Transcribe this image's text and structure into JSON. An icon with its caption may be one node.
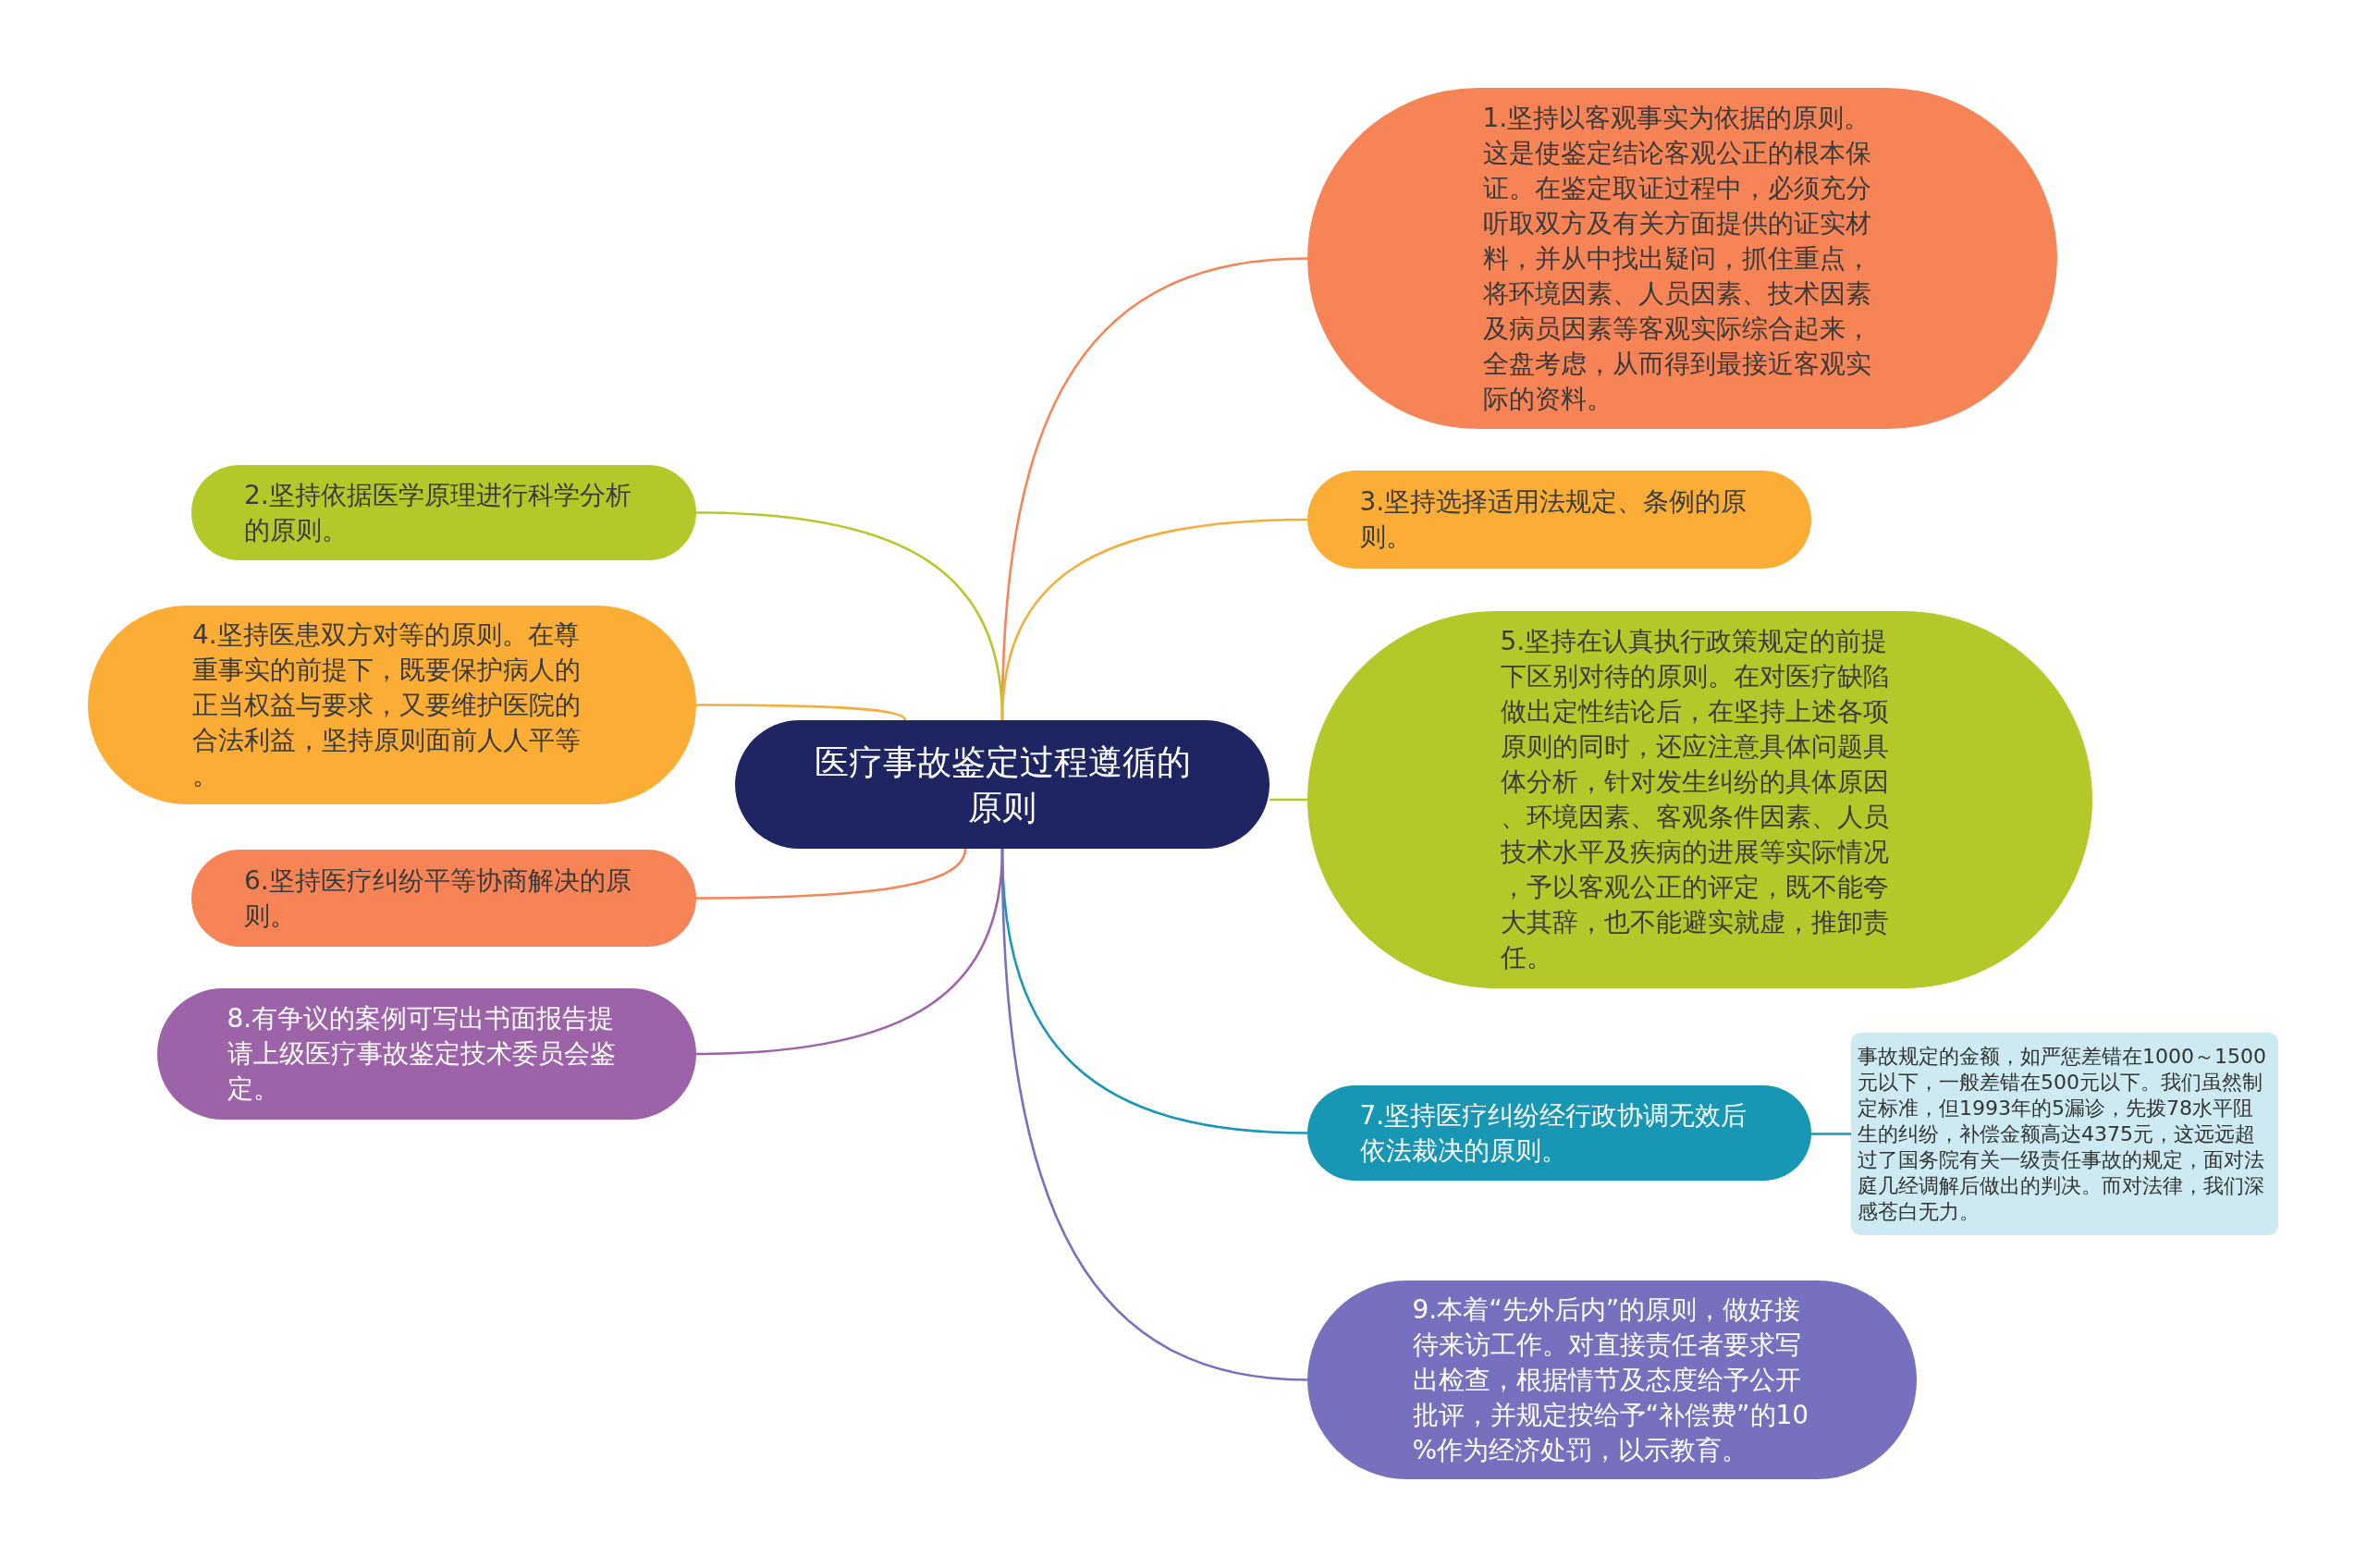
{
  "diagram": {
    "nodes": [
      {
        "text": [
          "医疗事故鉴定过程遵循的原则"
        ]
      },
      {
        "text": [
          "1.坚持以客观事实为依据的原则。这是使鉴定结论客观公正的根本保证。在鉴定取证过程中，必须充分听取双方及有关方面提供的证实材料，并从中找出疑问，抓住重点，将环境因素、人员因素、技术因素及病员因素等客观实际综合起来，全盘考虑，从而得到最接近客观实际的资料。"
        ]
      },
      {
        "text": [
          "2.坚持依据医学原理进行科学分析的原则。"
        ]
      },
      {
        "text": [
          "3.坚持选择适用法规定、条例的原则。"
        ]
      },
      {
        "text": [
          "4.坚持医患双方对等的原则。在尊重事实的前提下，既要保护病人的正当权益与要求，又要维护医院的合法利益，坚持原则面前人人平等。"
        ]
      },
      {
        "text": [
          "5.坚持在认真执行政策规定的前提下区别对待的原则。在对医疗缺陷做出定性结论后，在坚持上述各项原则的同时，还应注意具体问题具体分析，针对发生纠纷的具体原因、环境因素、客观条件因素、人员技术水平及疾病的进展等实际情况，予以客观公正的评定，既不能夸大其辞，也不能避实就虚，推卸责任。"
        ]
      },
      {
        "text": [
          "6.坚持医疗纠纷平等协商解决的原则。"
        ]
      },
      {
        "text": [
          "7.坚持医疗纠纷经行政协调无效后依法裁决的原则。"
        ]
      },
      {
        "text": [
          "8.有争议的案例可写出书面报告提请上级医疗事故鉴定技术委员会鉴定。"
        ]
      },
      {
        "text": [
          "9.本着“先外后内”的原则，做好接待来访工作。对直接责任者要求写出检查，根据情节及态度给予公开批评，并规定按给予“补偿费”的10%作为经济处罚，以示教育。"
        ]
      },
      {
        "text": [
          "事故规定的金额，如严惩差错在1000～1500元以下，一般差错在500元以下。我们虽然制定标准，但1993年的5漏诊，先拨78水平阻生的纠纷，补偿金额高达4375元，这远远超过了国务院有关一级责任事故的规定，面对法庭几经调解后做出的判决。而对法律，我们深感苍白无力。"
        ]
      }
    ],
    "edges": [
      {
        "from": 0,
        "to": 1,
        "arrow": "none",
        "color": "#f78457"
      },
      {
        "from": 0,
        "to": 2,
        "arrow": "none",
        "color": "#b5c82a"
      },
      {
        "from": 0,
        "to": 3,
        "arrow": "none",
        "color": "#f5ad3a"
      },
      {
        "from": 0,
        "to": 4,
        "arrow": "none",
        "color": "#f5ad3a"
      },
      {
        "from": 0,
        "to": 5,
        "arrow": "none",
        "color": "#b5c82a"
      },
      {
        "from": 0,
        "to": 6,
        "arrow": "none",
        "color": "#f78457"
      },
      {
        "from": 0,
        "to": 7,
        "arrow": "none",
        "color": "#1897b5"
      },
      {
        "from": 0,
        "to": 8,
        "arrow": "none",
        "color": "#9d63a8"
      },
      {
        "from": 0,
        "to": 9,
        "arrow": "none",
        "color": "#7670be"
      },
      {
        "from": 7,
        "to": 10,
        "arrow": "none",
        "color": "#1897b5"
      }
    ]
  }
}
